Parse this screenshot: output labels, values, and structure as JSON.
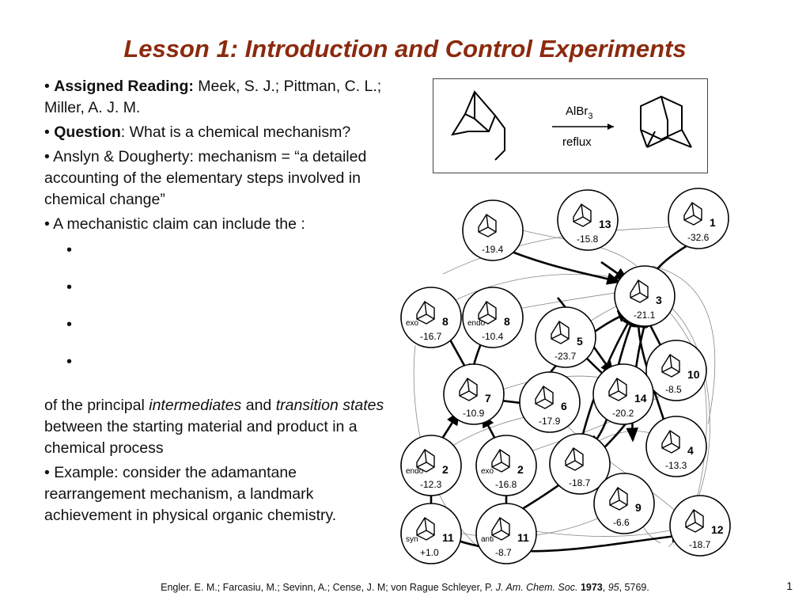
{
  "slide": {
    "title": "Lesson 1: Introduction and Control Experiments",
    "page_number": "1"
  },
  "body": {
    "reading_label": "Assigned Reading:",
    "reading_text": " Meek, S. J.; Pittman, C. L.; Miller, A. J. M.",
    "question_label": "Question",
    "question_text": ": What is a chemical mechanism?",
    "anslyn": "Anslyn & Dougherty: mechanism = “a detailed accounting of the elementary steps involved in chemical change”",
    "claim": "A mechanistic claim can include the :",
    "of_principal": "of the principal ",
    "intermediates": "intermediates",
    "and": " and ",
    "transition_states": "transition states",
    "between_text": " between the starting material and product in a chemical process",
    "example": "Example: consider the adamantane rearrangement mechanism, a landmark achievement in physical organic chemistry."
  },
  "scheme": {
    "reagent": "AlBr",
    "reagent_sub": "3",
    "condition": "reflux"
  },
  "network": {
    "nodes": [
      {
        "id": "n19",
        "num": "",
        "energy": "-19.4"
      },
      {
        "id": "n13",
        "num": "13",
        "energy": "-15.8"
      },
      {
        "id": "n1",
        "num": "1",
        "energy": "-32.6"
      },
      {
        "id": "n3",
        "num": "3",
        "energy": "-21.1"
      },
      {
        "id": "nexo8",
        "num": "8",
        "prefix": "exo",
        "energy": "-16.7"
      },
      {
        "id": "nendo8",
        "num": "8",
        "prefix": "endo",
        "energy": "-10.4"
      },
      {
        "id": "n5",
        "num": "5",
        "energy": "-23.7"
      },
      {
        "id": "n10",
        "num": "10",
        "energy": "-8.5"
      },
      {
        "id": "n7",
        "num": "7",
        "energy": "-10.9"
      },
      {
        "id": "n6",
        "num": "6",
        "energy": "-17.9"
      },
      {
        "id": "n14",
        "num": "14",
        "energy": "-20.2"
      },
      {
        "id": "n4",
        "num": "4",
        "energy": "-13.3"
      },
      {
        "id": "nendo2",
        "num": "2",
        "prefix": "endo",
        "energy": "-12.3"
      },
      {
        "id": "nexo2",
        "num": "2",
        "prefix": "exo",
        "energy": "-16.8"
      },
      {
        "id": "n187",
        "num": "",
        "energy": "-18.7"
      },
      {
        "id": "n9",
        "num": "9",
        "energy": "-6.6"
      },
      {
        "id": "nsyn11",
        "num": "11",
        "prefix": "syn",
        "energy": "+1.0"
      },
      {
        "id": "nanti11",
        "num": "11",
        "prefix": "anti",
        "energy": "-8.7"
      },
      {
        "id": "n12",
        "num": "12",
        "energy": "-18.7"
      }
    ]
  },
  "citation": {
    "authors": "Engler. E. M.; Farcasiu, M.; Sevinn, A.; Cense, J. M; von Rague Schleyer, P. ",
    "journal": "J. Am. Chem. Soc.",
    "year": "1973",
    "volume": "95",
    "pages": ", 5769."
  }
}
